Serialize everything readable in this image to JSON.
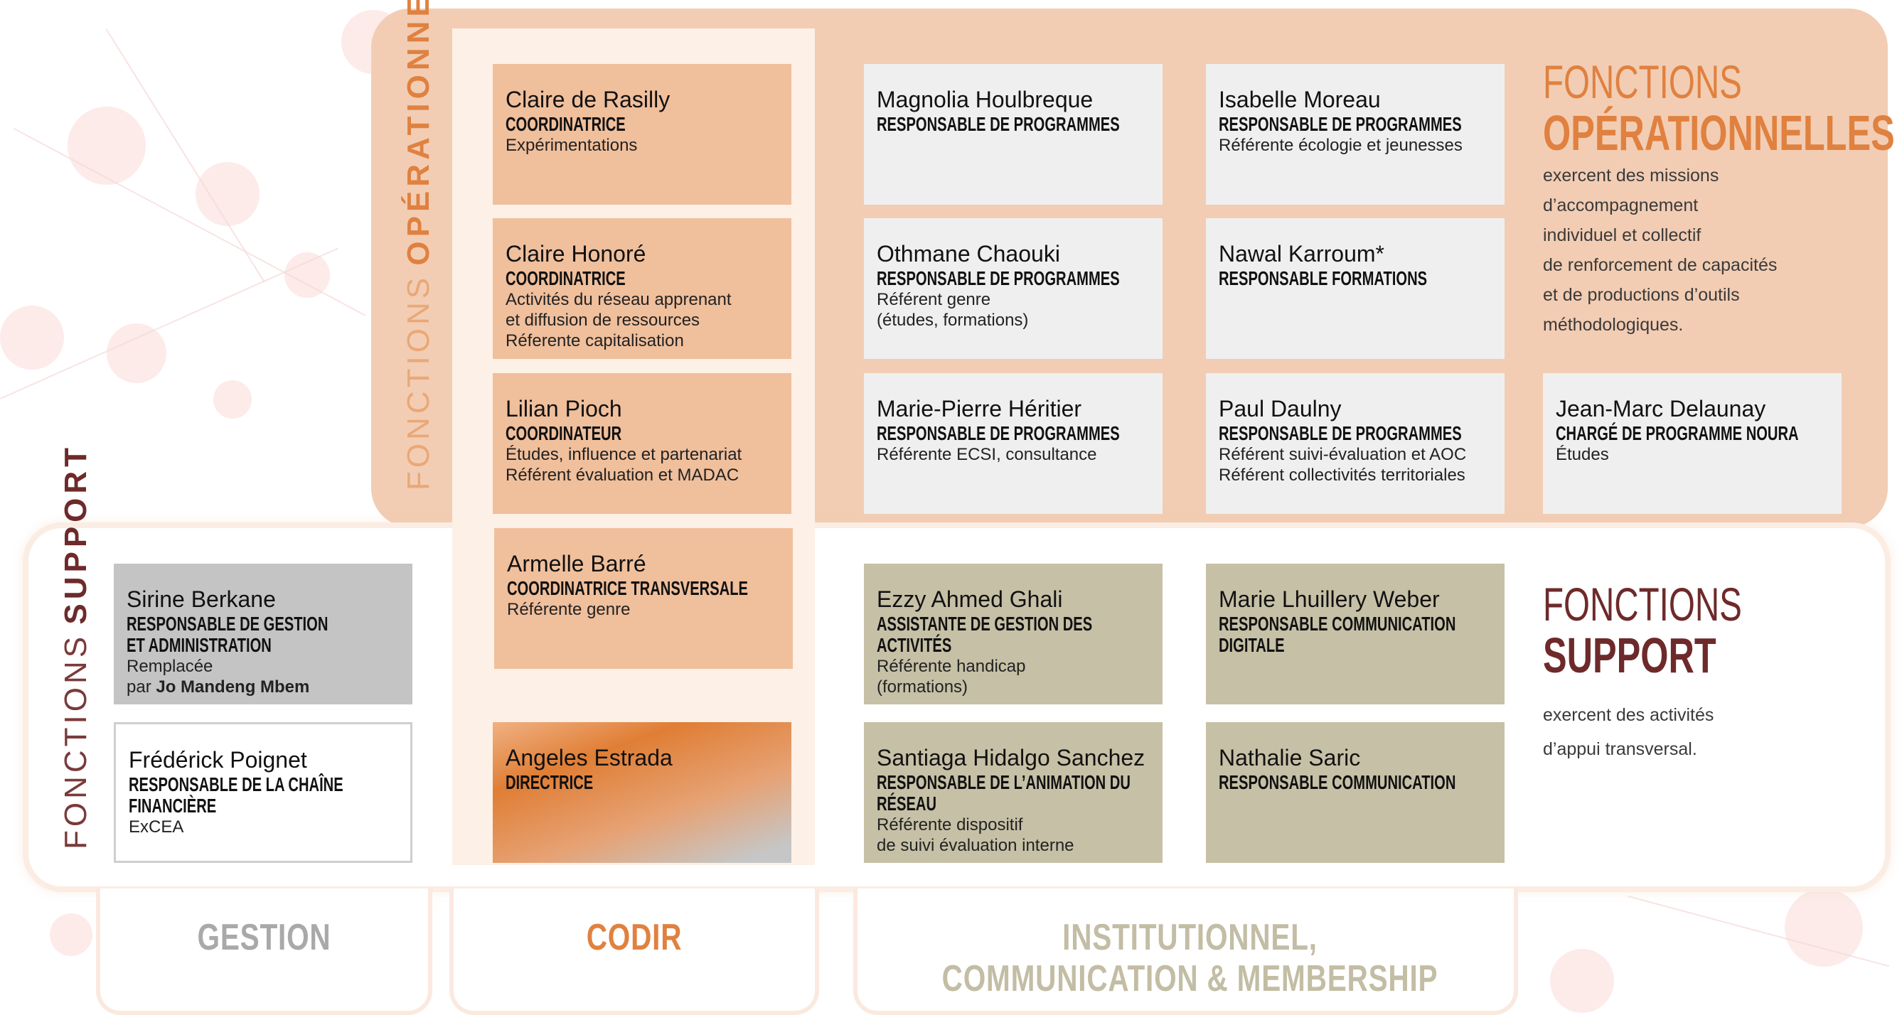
{
  "colors": {
    "peach": "#f0bf9c",
    "orange": "#e08140",
    "light_gray": "#efefef",
    "olive": "#c6c0a6",
    "maroon": "#6e2a2a",
    "panel_operational": "#f2cdb3",
    "codir_column": "#fdf0e6"
  },
  "labels": {
    "operational_vertical": {
      "thin": "FONCTIONS",
      "bold": "OPÉRATIONNELLES"
    },
    "support_vertical": {
      "thin": "FONCTIONS",
      "bold": "SUPPORT"
    }
  },
  "operational": {
    "heading_thin": "FONCTIONS",
    "heading_bold": "OPÉRATIONNELLES",
    "description": "exercent des missions\nd’accompagnement\nindividuel et collectif\nde renforcement de capacités\net de productions d’outils\nméthodologiques."
  },
  "support": {
    "heading_thin": "FONCTIONS",
    "heading_bold": "SUPPORT",
    "description": "exercent des activités\nd’appui transversal."
  },
  "cards": {
    "rasilly": {
      "name": "Claire de Rasilly",
      "role": "COORDINATRICE",
      "desc": "Expérimentations"
    },
    "honore": {
      "name": "Claire Honoré",
      "role": "COORDINATRICE",
      "desc": "Activités du réseau apprenant\net diffusion de ressources\nRéferente capitalisation"
    },
    "pioch": {
      "name": "Lilian Pioch",
      "role": "COORDINATEUR",
      "desc": "Études, influence et partenariat\nRéférent évaluation et MADAC"
    },
    "barre": {
      "name": "Armelle Barré",
      "role": "COORDINATRICE TRANSVERSALE",
      "desc": "Référente genre"
    },
    "estrada": {
      "name": "Angeles Estrada",
      "role": "DIRECTRICE",
      "desc": ""
    },
    "houlbreque": {
      "name": "Magnolia Houlbreque",
      "role": "RESPONSABLE DE PROGRAMMES",
      "desc": ""
    },
    "chaouki": {
      "name": "Othmane Chaouki",
      "role": "RESPONSABLE DE PROGRAMMES",
      "desc": "Référent genre\n(études, formations)"
    },
    "heritier": {
      "name": "Marie-Pierre Héritier",
      "role": "RESPONSABLE DE PROGRAMMES",
      "desc": "Référente ECSI, consultance"
    },
    "moreau": {
      "name": "Isabelle Moreau",
      "role": "RESPONSABLE DE PROGRAMMES",
      "desc": "Référente écologie et jeunesses"
    },
    "karroum": {
      "name": "Nawal Karroum*",
      "role": "RESPONSABLE FORMATIONS",
      "desc": ""
    },
    "daulny": {
      "name": "Paul Daulny",
      "role": "RESPONSABLE DE PROGRAMMES",
      "desc": "Référent suivi-évaluation et AOC\nRéférent collectivités territoriales"
    },
    "delaunay": {
      "name": "Jean-Marc Delaunay",
      "role": "CHARGÉ DE PROGRAMME NOURA",
      "desc": "Études"
    },
    "berkane": {
      "name": "Sirine Berkane",
      "role": "RESPONSABLE DE GESTION\nET ADMINISTRATION",
      "desc_1": "Remplacée",
      "desc_2": "par ",
      "desc_bold": "Jo Mandeng Mbem"
    },
    "poignet": {
      "name": "Frédérick Poignet",
      "role": "RESPONSABLE DE LA CHAÎNE FINANCIÈRE",
      "desc": "ExCEA"
    },
    "ghali": {
      "name": "Ezzy Ahmed Ghali",
      "role": "ASSISTANTE DE GESTION DES ACTIVITÉS",
      "desc": "Référente handicap\n(formations)"
    },
    "hidalgo": {
      "name": "Santiaga Hidalgo Sanchez",
      "role": "RESPONSABLE DE L’ANIMATION DU RÉSEAU",
      "desc": "Référente dispositif\nde suivi  évaluation interne"
    },
    "weber": {
      "name": "Marie Lhuillery Weber",
      "role": "RESPONSABLE COMMUNICATION DIGITALE",
      "desc": ""
    },
    "saric": {
      "name": "Nathalie Saric",
      "role": "RESPONSABLE COMMUNICATION",
      "desc": ""
    }
  },
  "tabs": {
    "gestion": "GESTION",
    "codir": "CODIR",
    "institutionnel_line1": "INSTITUTIONNEL,",
    "institutionnel_line2": "COMMUNICATION & MEMBERSHIP"
  }
}
